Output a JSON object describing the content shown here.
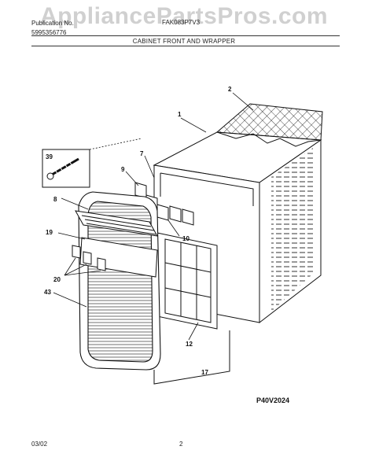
{
  "watermark": "AppliancePartsPros.com",
  "header": {
    "publication_label": "Publication No.",
    "publication_number": "5995356776",
    "model": "FAK083P7V3",
    "section_title": "CABINET FRONT AND WRAPPER"
  },
  "callouts": {
    "c1": "1",
    "c2": "2",
    "c7": "7",
    "c8": "8",
    "c9": "9",
    "c10": "10",
    "c12": "12",
    "c17": "17",
    "c19": "19",
    "c20": "20",
    "c39": "39",
    "c43": "43"
  },
  "diagram_code": "P40V2024",
  "footer": {
    "date": "03/02",
    "page": "2"
  },
  "colors": {
    "line": "#111111",
    "paper": "#ffffff",
    "watermark": "#969696"
  }
}
